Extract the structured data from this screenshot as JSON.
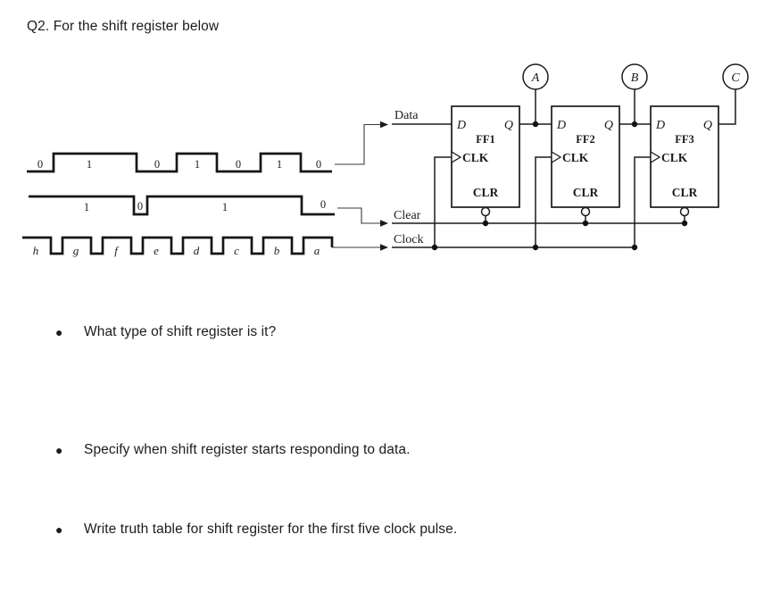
{
  "title": "Q2. For the shift register below",
  "colors": {
    "ink": "#1b1b1b",
    "background": "#ffffff"
  },
  "figure": {
    "signal_labels": {
      "data": "Data",
      "clear": "Clear",
      "clock": "Clock"
    },
    "outputs": [
      "A",
      "B",
      "C"
    ],
    "flipflops": [
      {
        "name": "FF1",
        "d": "D",
        "q": "Q",
        "clk": "CLK",
        "clr": "CLR"
      },
      {
        "name": "FF2",
        "d": "D",
        "q": "Q",
        "clk": "CLK",
        "clr": "CLR"
      },
      {
        "name": "FF3",
        "d": "D",
        "q": "Q",
        "clk": "CLK",
        "clr": "CLR"
      }
    ],
    "waveforms": {
      "data_bits": [
        "0",
        "1",
        "0",
        "1",
        "0",
        "1",
        "0"
      ],
      "clear_bits": [
        "1",
        "0",
        "1",
        "0"
      ],
      "clock_pulses": [
        "h",
        "g",
        "f",
        "e",
        "d",
        "c",
        "b",
        "a"
      ]
    }
  },
  "questions": [
    {
      "text": "What type of shift register is it?"
    },
    {
      "text": "Specify when shift register starts responding to data."
    },
    {
      "text": "Write truth table for shift register for the first five clock pulse."
    }
  ]
}
